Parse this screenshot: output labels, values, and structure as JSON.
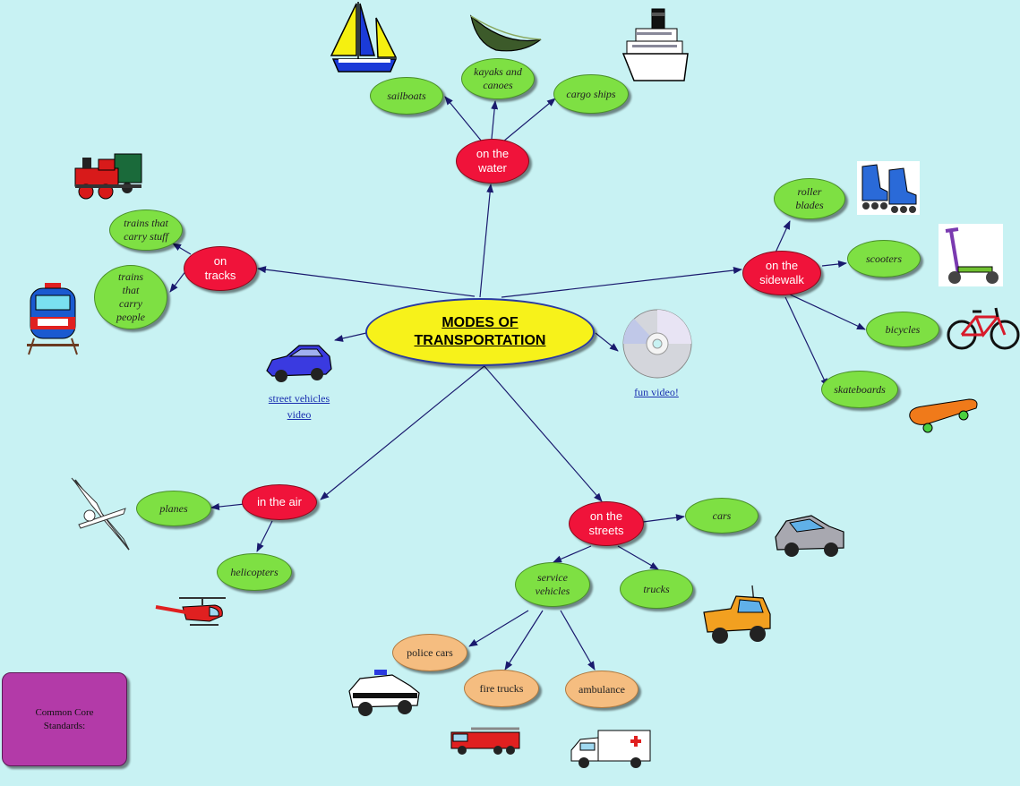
{
  "center": "MODES OF TRANSPORTATION",
  "categories": {
    "water": "on the water",
    "tracks": "on tracks",
    "sidewalk": "on the sidewalk",
    "air": "in the air",
    "streets": "on the streets"
  },
  "water_items": [
    "sailboats",
    "kayaks and canoes",
    "cargo ships"
  ],
  "tracks_items": [
    "trains that carry stuff",
    "trains that carry people"
  ],
  "sidewalk_items": [
    "roller blades",
    "scooters",
    "bicycles",
    "skateboards"
  ],
  "air_items": [
    "planes",
    "helicopters"
  ],
  "streets_items": [
    "cars",
    "service vehicles",
    "trucks"
  ],
  "service_items": [
    "police cars",
    "fire trucks",
    "ambulance"
  ],
  "links": {
    "street_video": "street vehicles video",
    "fun_video": "fun video!"
  },
  "standards": "Common Core Standards:",
  "colors": {
    "background": "#c8f2f3",
    "category": "#f0133a",
    "item": "#7ee043",
    "service_item": "#f5bd80",
    "center": "#f7f21a",
    "standards": "#b33aa8",
    "link": "#1a2fb0"
  }
}
